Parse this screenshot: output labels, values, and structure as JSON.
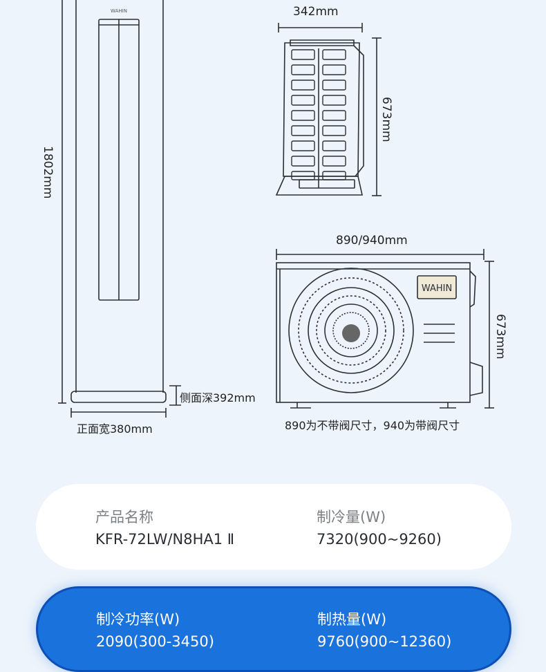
{
  "indoor_unit": {
    "brand_mark": "WAHIN",
    "height_label": "1802mm",
    "depth_label": "侧面深392mm",
    "width_label": "正面宽380mm"
  },
  "outdoor_side": {
    "width_label": "342mm",
    "height_label": "673mm"
  },
  "outdoor_front": {
    "brand_mark": "WAHIN",
    "width_label": "890/940mm",
    "height_label": "673mm",
    "note": "890为不带阀尺寸，940为带阀尺寸"
  },
  "specs": {
    "product_name": {
      "label": "产品名称",
      "value": "KFR-72LW/N8HA1 Ⅱ"
    },
    "cooling_capacity": {
      "label": "制冷量(W)",
      "value": "7320(900~9260)"
    },
    "cooling_power": {
      "label": "制冷功率(W)",
      "value": "2090(300-3450)"
    },
    "heating_capacity": {
      "label": "制热量(W)",
      "value": "9760(900~12360)"
    }
  },
  "colors": {
    "background": "#eef4fb",
    "line": "#2b2f36",
    "card_blue": "#1a72dc",
    "card_white": "#ffffff"
  }
}
